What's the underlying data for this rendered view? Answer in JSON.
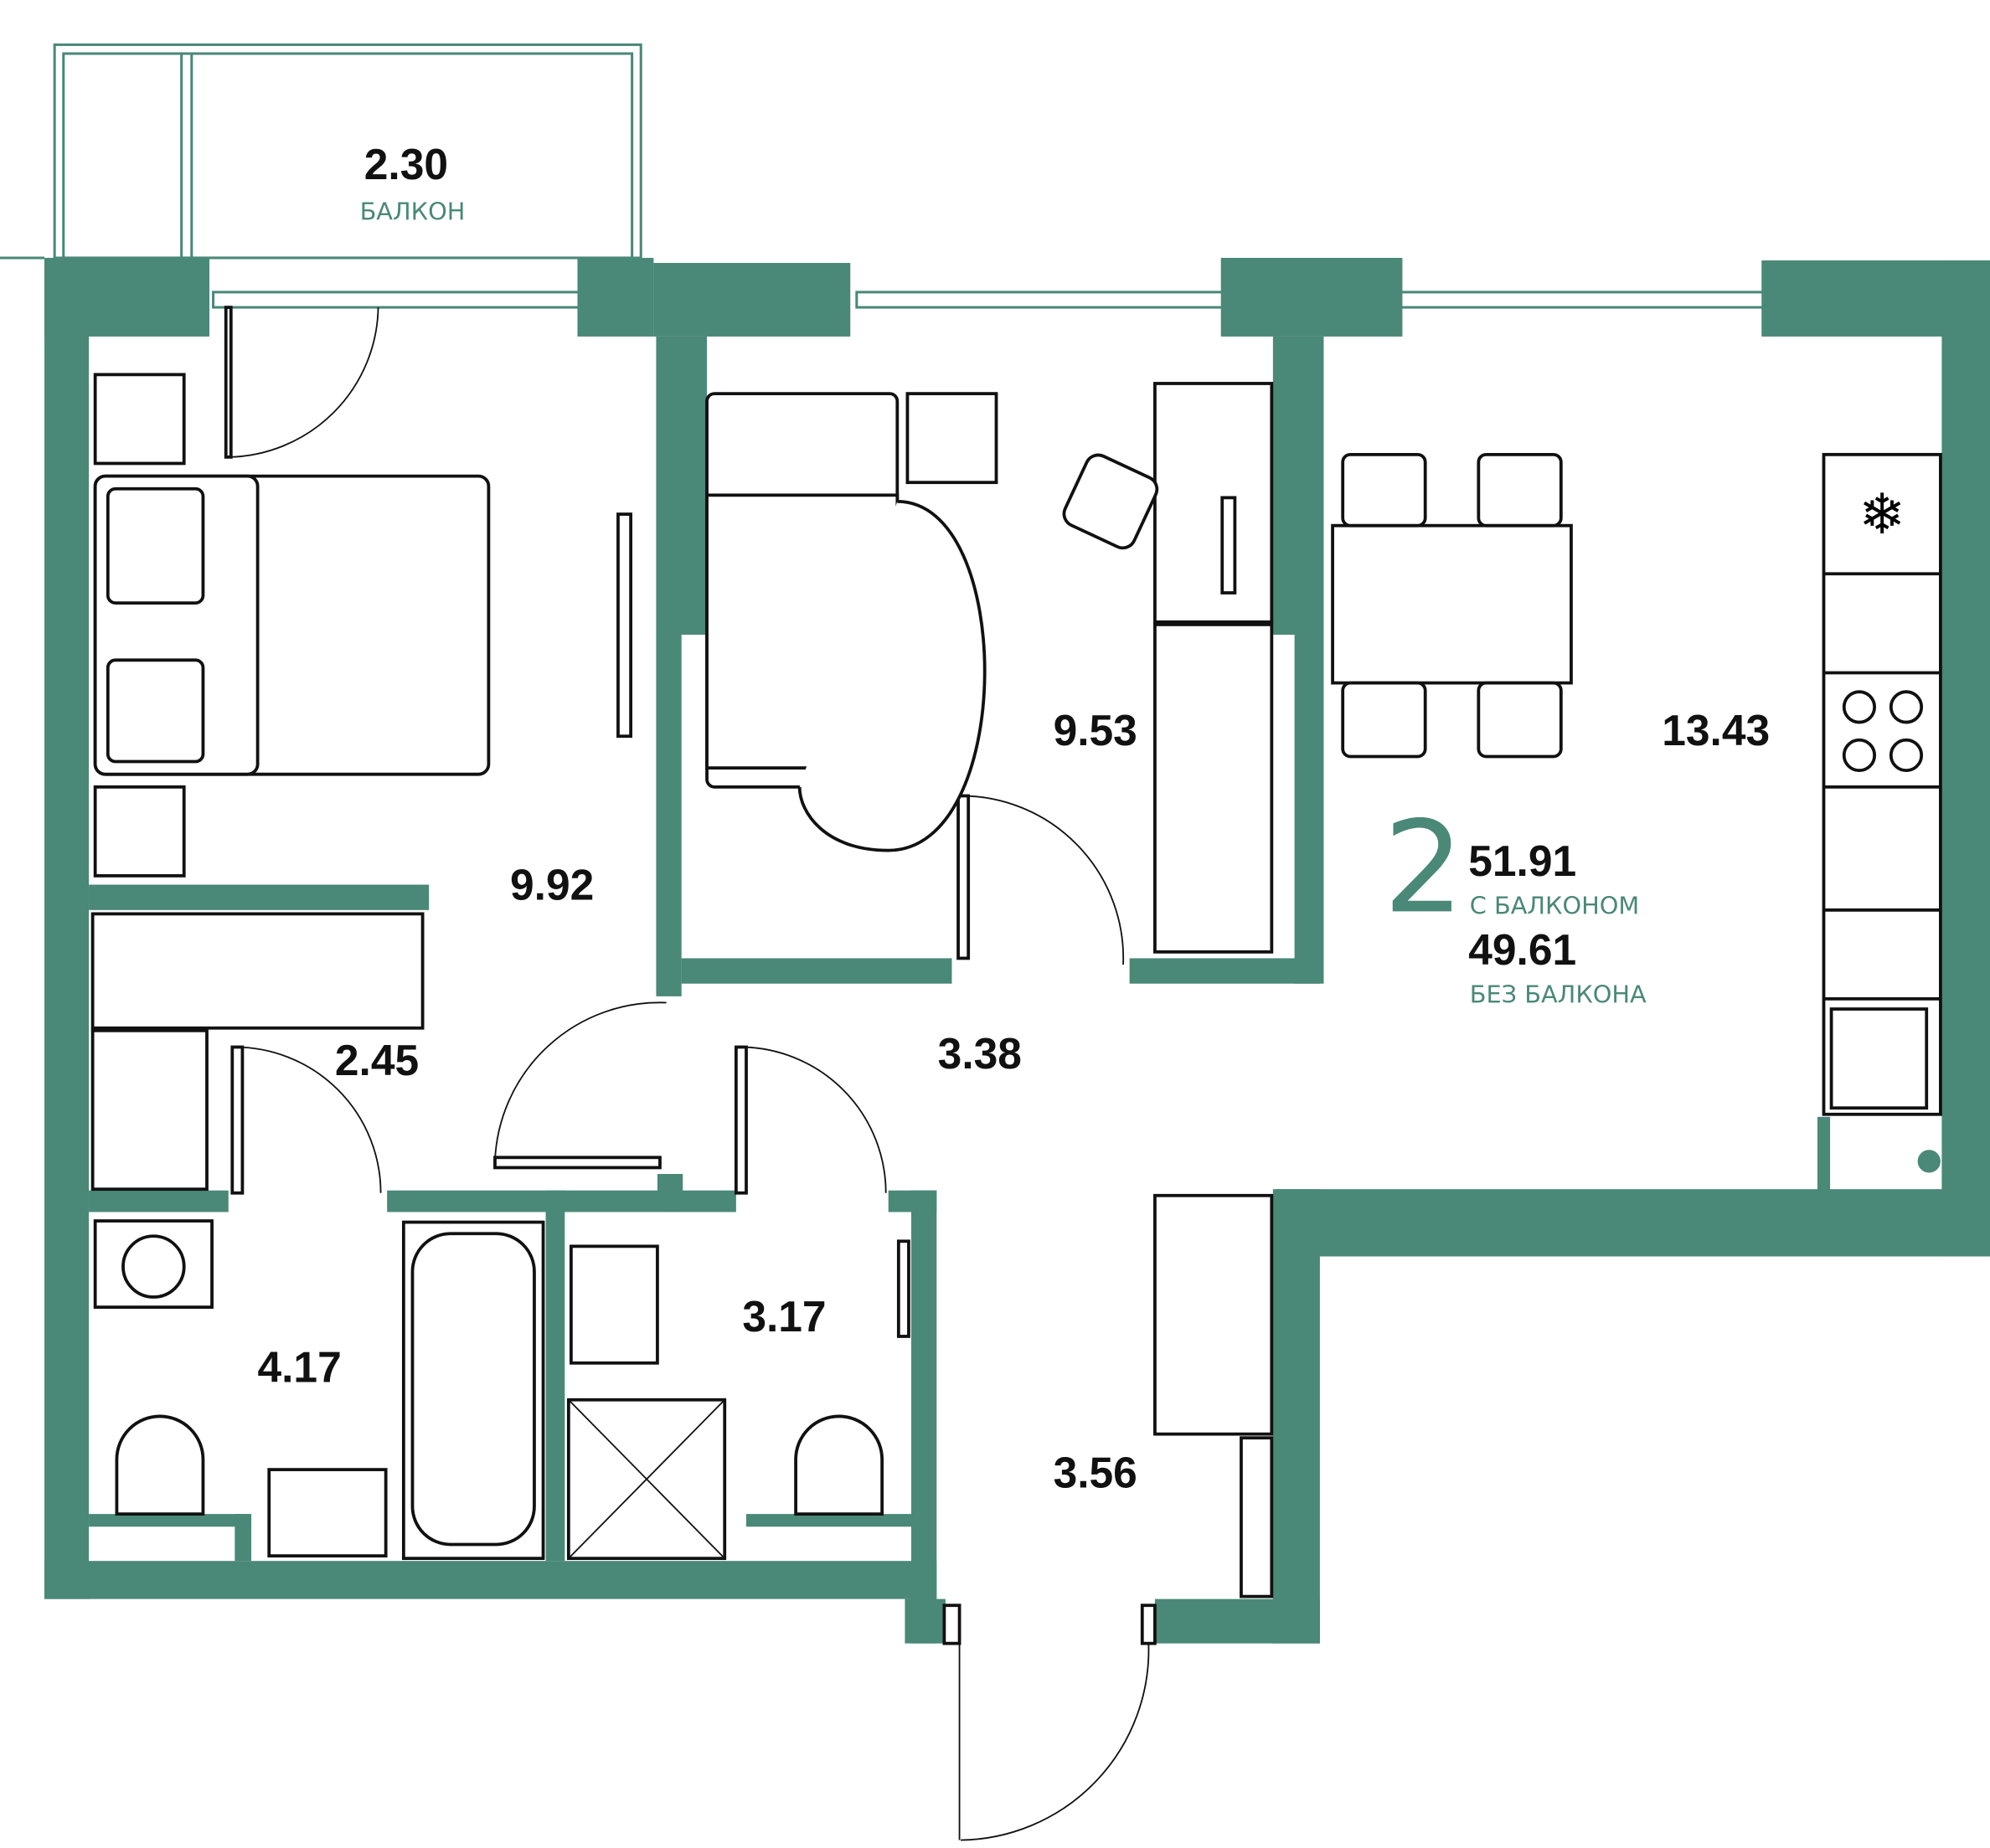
{
  "plan": {
    "accent_color": "#4a8878",
    "rooms_count": "2",
    "total_with_balcony": "51.91",
    "with_balcony_label": "С БАЛКОНОМ",
    "total_without_balcony": "49.61",
    "without_balcony_label": "БЕЗ БАЛКОНА",
    "balcony": {
      "area": "2.30",
      "label": "БАЛКОН"
    },
    "rooms": [
      {
        "name": "bedroom",
        "area": "9.92"
      },
      {
        "name": "room",
        "area": "9.53"
      },
      {
        "name": "kitchen",
        "area": "13.43"
      },
      {
        "name": "wardrobe",
        "area": "2.45"
      },
      {
        "name": "hallway",
        "area": "3.38"
      },
      {
        "name": "bathroom",
        "area": "3.17"
      },
      {
        "name": "bathroom-large",
        "area": "4.17"
      },
      {
        "name": "entrance",
        "area": "3.56"
      }
    ]
  }
}
